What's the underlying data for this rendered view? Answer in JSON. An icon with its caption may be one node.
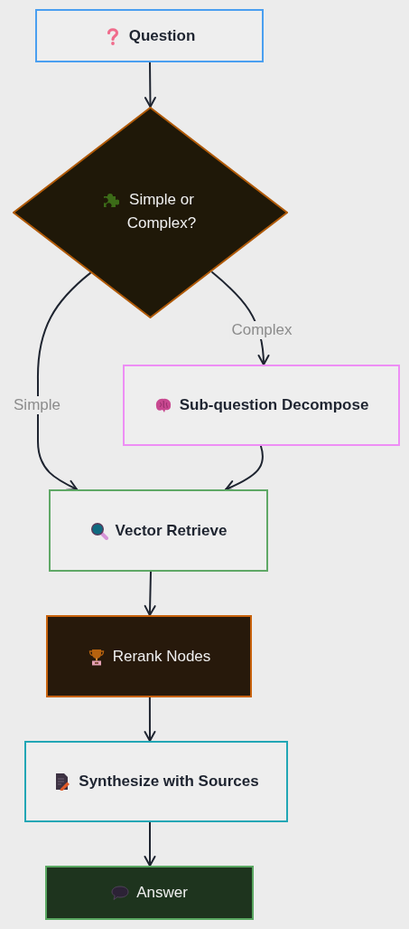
{
  "diagram": {
    "nodes": [
      {
        "text": [
          "Question"
        ]
      },
      {
        "text": [
          "Simple or Complex?"
        ]
      },
      {
        "text": [
          "Sub-question Decompose"
        ]
      },
      {
        "text": [
          "Vector Retrieve"
        ]
      },
      {
        "text": [
          "Rerank Nodes"
        ]
      },
      {
        "text": [
          "Synthesize with Sources"
        ]
      },
      {
        "text": [
          "Answer"
        ]
      }
    ],
    "edges": [
      {
        "from": 0,
        "to": 1,
        "arrow": "to"
      },
      {
        "from": 1,
        "to": 3,
        "arrow": "to",
        "label": "Simple"
      },
      {
        "from": 1,
        "to": 2,
        "arrow": "to",
        "label": "Complex"
      },
      {
        "from": 2,
        "to": 3,
        "arrow": "to"
      },
      {
        "from": 3,
        "to": 4,
        "arrow": "to"
      },
      {
        "from": 4,
        "to": 5,
        "arrow": "to"
      },
      {
        "from": 5,
        "to": 6,
        "arrow": "to"
      }
    ]
  }
}
